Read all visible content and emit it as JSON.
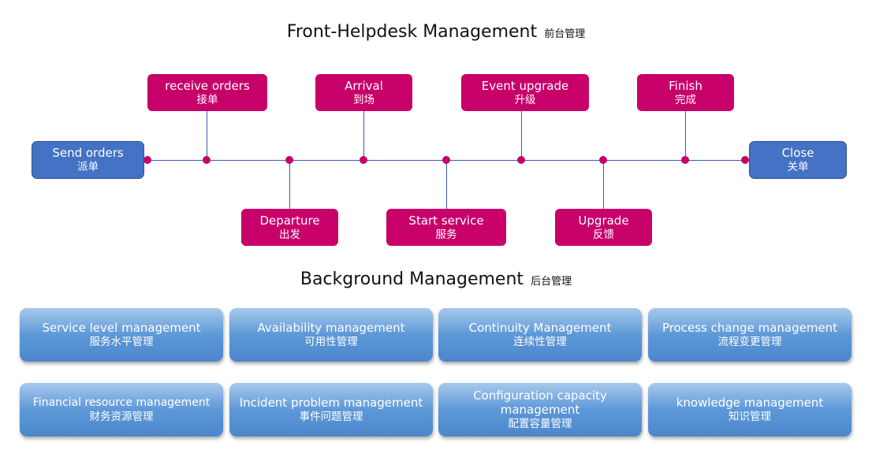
{
  "front": {
    "title_en": "Front-Helpdesk Management",
    "title_zh": "前台管理"
  },
  "timeline": {
    "send": {
      "en": "Send orders",
      "zh": "派单"
    },
    "close": {
      "en": "Close",
      "zh": "关单"
    },
    "receive": {
      "en": "receive orders",
      "zh": "接单"
    },
    "arrival": {
      "en": "Arrival",
      "zh": "到场"
    },
    "event": {
      "en": "Event upgrade",
      "zh": "升级"
    },
    "finish": {
      "en": "Finish",
      "zh": "完成"
    },
    "departure": {
      "en": "Departure",
      "zh": "出发"
    },
    "start": {
      "en": "Start service",
      "zh": "服务"
    },
    "upgrade": {
      "en": "Upgrade",
      "zh": "反馈"
    }
  },
  "back": {
    "title_en": "Background Management",
    "title_zh": "后台管理",
    "items": [
      {
        "en": "Service level management",
        "zh": "服务水平管理"
      },
      {
        "en": "Availability management",
        "zh": "可用性管理"
      },
      {
        "en": "Continuity Management",
        "zh": "连续性管理"
      },
      {
        "en": "Process change management",
        "zh": "流程变更管理"
      },
      {
        "en": "Financial resource management",
        "zh": "财务资源管理"
      },
      {
        "en": "Incident problem management",
        "zh": "事件问题管理"
      },
      {
        "en": "Configuration capacity management",
        "zh": "配置容量管理"
      },
      {
        "en": "knowledge management",
        "zh": "知识管理"
      }
    ]
  },
  "colors": {
    "milestone": "#c8006a",
    "endpoint": "#4472c4",
    "line": "#3a57b4",
    "module": "#5d98d8"
  }
}
